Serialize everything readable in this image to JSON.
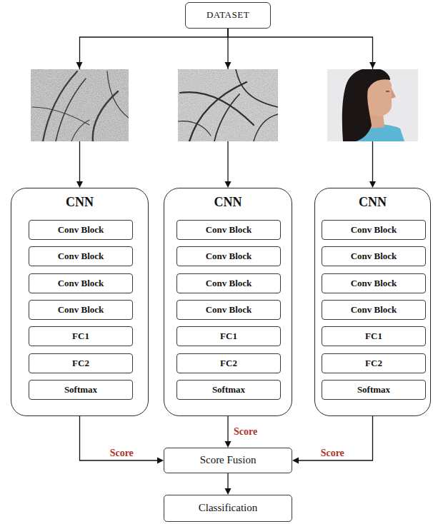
{
  "diagram": {
    "nodes": [
      {
        "text": [
          "DATASET"
        ]
      },
      {
        "text": [
          "CNN"
        ]
      },
      {
        "text": [
          "Conv Block"
        ],
        "in": 1
      },
      {
        "text": [
          "Conv Block"
        ],
        "in": 1
      },
      {
        "text": [
          "Conv Block"
        ],
        "in": 1
      },
      {
        "text": [
          "Conv Block"
        ],
        "in": 1
      },
      {
        "text": [
          "FC1"
        ],
        "in": 1
      },
      {
        "text": [
          "FC2"
        ],
        "in": 1
      },
      {
        "text": [
          "Softmax"
        ],
        "in": 1
      },
      {
        "text": [
          "CNN"
        ]
      },
      {
        "text": [
          "Conv Block"
        ],
        "in": 9
      },
      {
        "text": [
          "Conv Block"
        ],
        "in": 9
      },
      {
        "text": [
          "Conv Block"
        ],
        "in": 9
      },
      {
        "text": [
          "Conv Block"
        ],
        "in": 9
      },
      {
        "text": [
          "FC1"
        ],
        "in": 9
      },
      {
        "text": [
          "FC2"
        ],
        "in": 9
      },
      {
        "text": [
          "Softmax"
        ],
        "in": 9
      },
      {
        "text": [
          "CNN"
        ]
      },
      {
        "text": [
          "Conv Block"
        ],
        "in": 17
      },
      {
        "text": [
          "Conv Block"
        ],
        "in": 17
      },
      {
        "text": [
          "Conv Block"
        ],
        "in": 17
      },
      {
        "text": [
          "Conv Block"
        ],
        "in": 17
      },
      {
        "text": [
          "FC1"
        ],
        "in": 17
      },
      {
        "text": [
          "FC2"
        ],
        "in": 17
      },
      {
        "text": [
          "Softmax"
        ],
        "in": 17
      },
      {
        "text": [
          "Score Fusion"
        ]
      },
      {
        "text": [
          "Classification"
        ]
      }
    ],
    "edges": [
      {
        "from": 0,
        "to": 1,
        "arrow": "to"
      },
      {
        "from": 0,
        "to": 9,
        "arrow": "to"
      },
      {
        "from": 0,
        "to": 17,
        "arrow": "to"
      },
      {
        "from": 1,
        "to": 25,
        "label": "Score",
        "arrow": "to"
      },
      {
        "from": 9,
        "to": 25,
        "label": "Score",
        "arrow": "to"
      },
      {
        "from": 17,
        "to": 25,
        "label": "Score",
        "arrow": "to"
      },
      {
        "from": 25,
        "to": 26,
        "arrow": "to"
      }
    ]
  }
}
